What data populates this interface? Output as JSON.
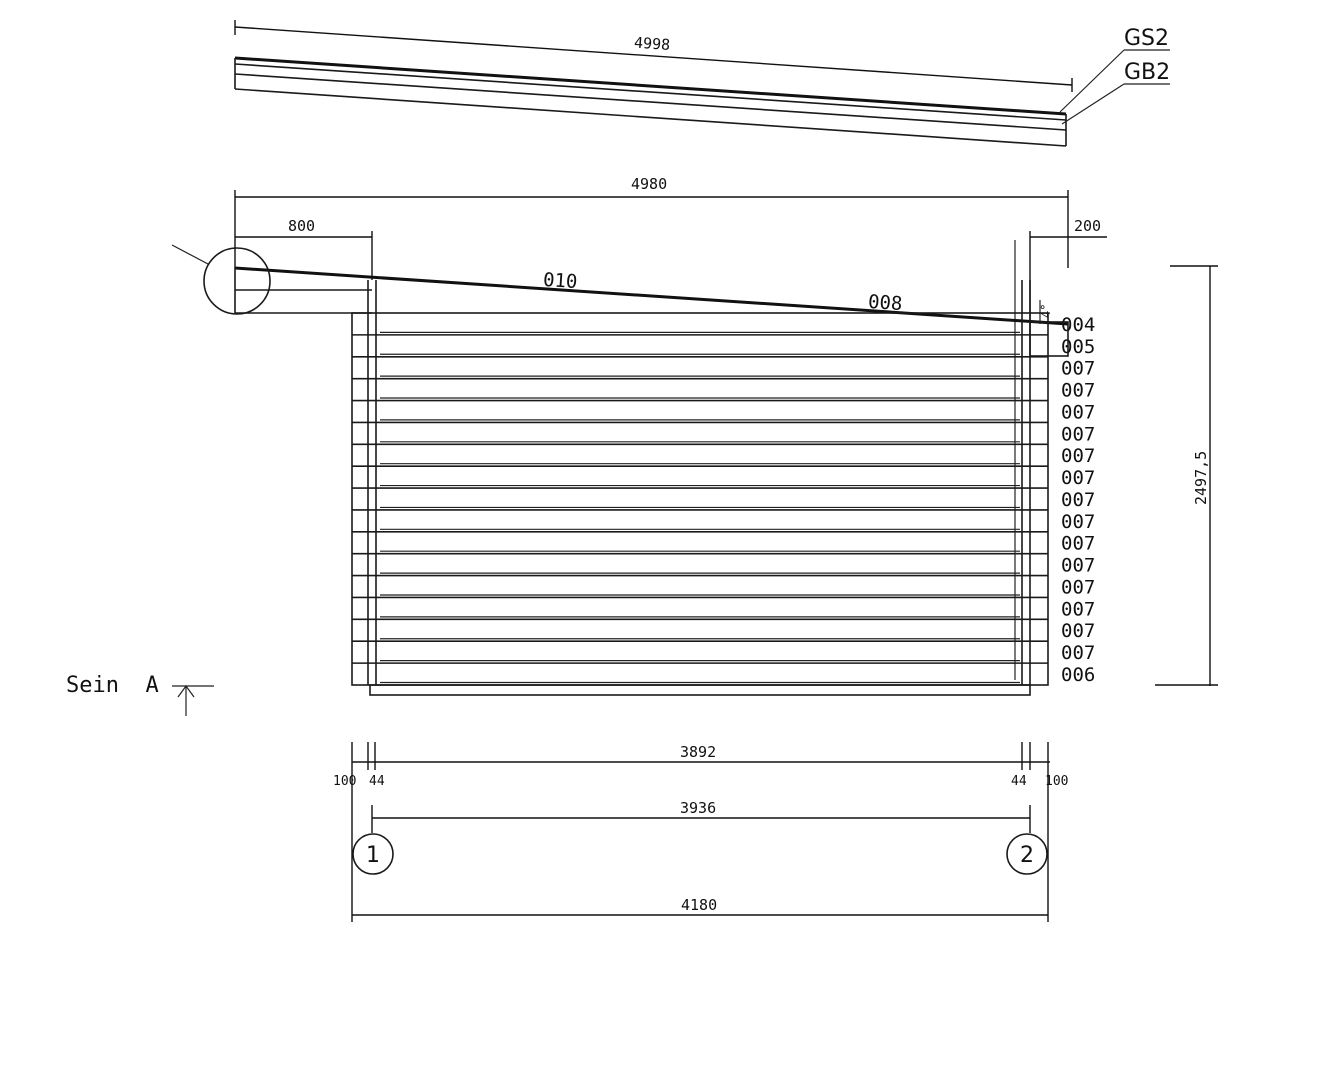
{
  "roof_panel": {
    "dimension": "4998",
    "labels": [
      "GS2",
      "GB2"
    ]
  },
  "elevation": {
    "overall_width": "4980",
    "left_overhang": "800",
    "right_overhang": "200",
    "rafter_label_left": "010",
    "rafter_label_right": "008",
    "slope_note": "4°",
    "height": "2497,5",
    "log_labels": [
      "004",
      "005",
      "007",
      "007",
      "007",
      "007",
      "007",
      "007",
      "007",
      "007",
      "007",
      "007",
      "007",
      "007",
      "007",
      "007",
      "006"
    ]
  },
  "bottom_dimensions": {
    "inner": "3892",
    "left_outer": "100",
    "left_inner": "44",
    "right_inner": "44",
    "right_outer": "100",
    "axis_span": "3936",
    "overall": "4180"
  },
  "axes": [
    "1",
    "2"
  ],
  "view_label": "Sein  A"
}
